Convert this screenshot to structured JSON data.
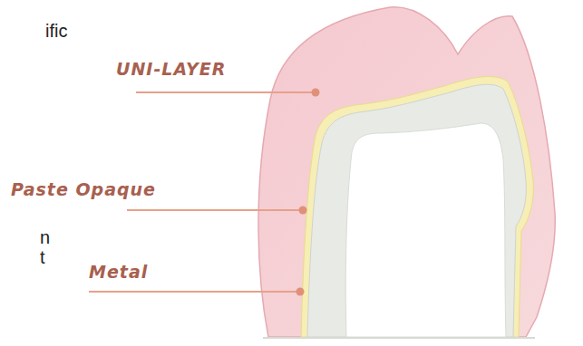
{
  "diagram": {
    "labels": [
      "ific",
      "UNI-LAYER",
      "Paste Opaque",
      "n",
      "t",
      "Metal"
    ]
  }
}
